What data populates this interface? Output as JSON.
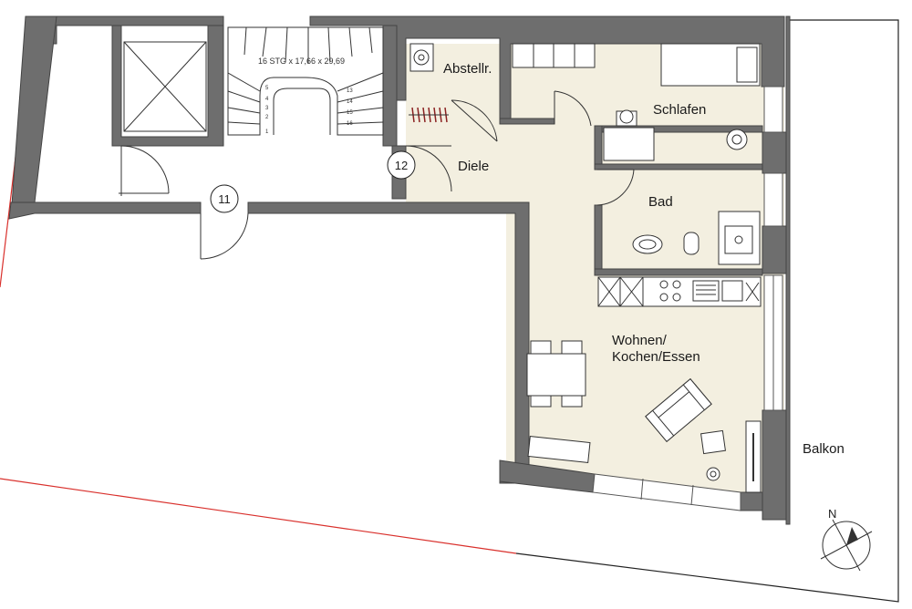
{
  "rooms": {
    "abstellraum": "Abstellr.",
    "schlafen": "Schlafen",
    "diele": "Diele",
    "bad": "Bad",
    "wohnen_line1": "Wohnen/",
    "wohnen_line2": "Kochen/Essen",
    "balkon": "Balkon"
  },
  "stair": {
    "spec": "16 STG x 17,66 x 29,69",
    "steps_left": [
      "5",
      "4",
      "3",
      "2",
      "1"
    ],
    "steps_right": [
      "13",
      "14",
      "15",
      "16"
    ]
  },
  "markers": {
    "entrance_11": "11",
    "entrance_12": "12"
  },
  "compass": {
    "north_label": "N"
  },
  "colors": {
    "wall": "#6e6e6e",
    "floor": "#f3efe0",
    "property_line": "#d9302c"
  }
}
